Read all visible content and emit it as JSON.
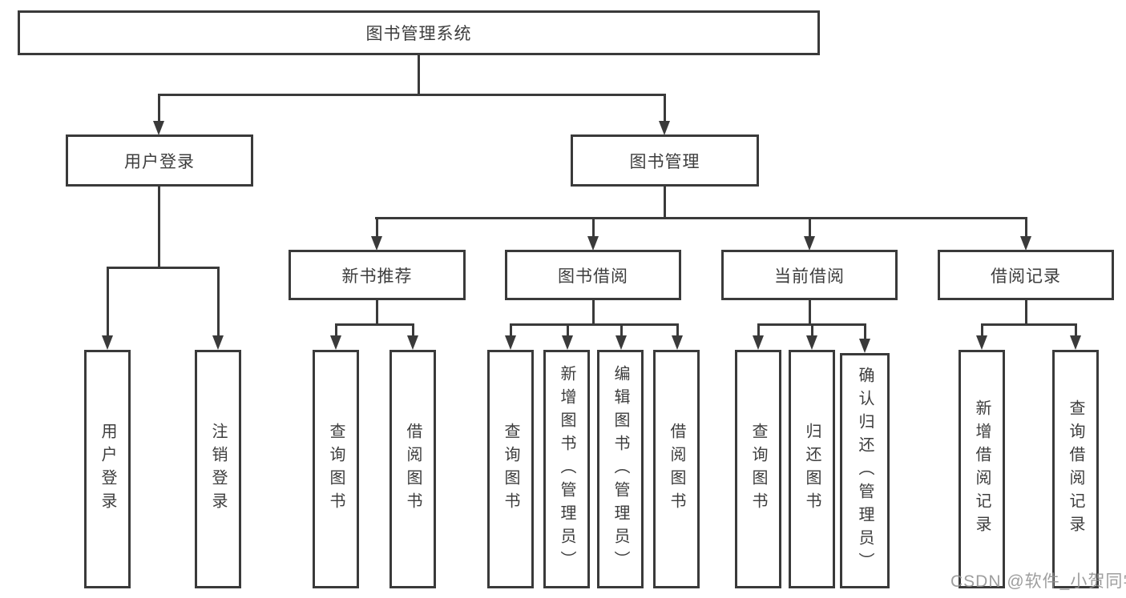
{
  "theme": {
    "line": "#3a3a3a",
    "text": "#3d3d3d",
    "watermark": "#919191",
    "bg": "#ffffff"
  },
  "diagram": {
    "nodes": {
      "root": "图书管理系统",
      "user_login": "用户登录",
      "book_mgmt": "图书管理",
      "new_book_rec": "新书推荐",
      "book_borrow": "图书借阅",
      "current_borrow": "当前借阅",
      "borrow_records": "借阅记录",
      "leaves": [
        "用户登录",
        "注销登录",
        "查询图书",
        "借阅图书",
        "查询图书",
        "新增图书（管理员）",
        "编辑图书（管理员）",
        "借阅图书",
        "查询图书",
        "归还图书",
        "确认归还（管理员）",
        "新增借阅记录",
        "查询借阅记录"
      ]
    },
    "watermark": "CSDN @软件_小贺同学"
  }
}
